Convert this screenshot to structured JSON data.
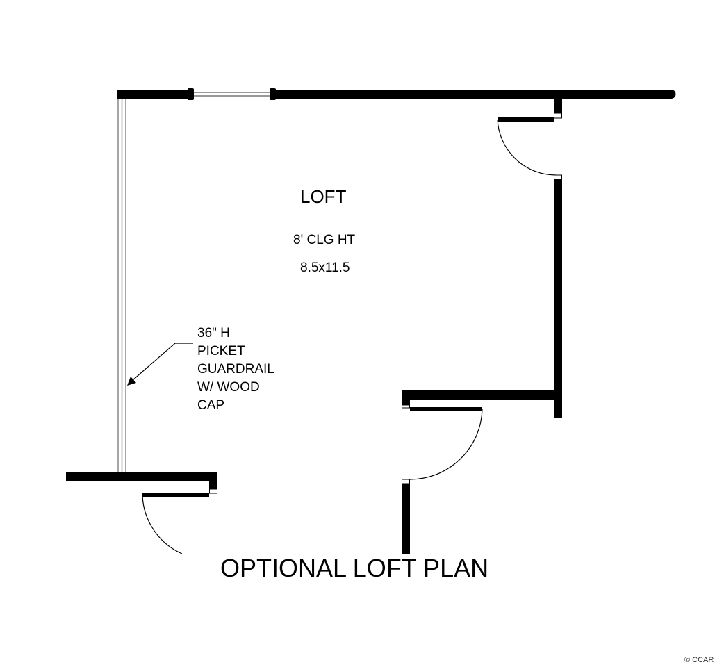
{
  "room": {
    "name": "LOFT",
    "ceiling": "8' CLG HT",
    "dimensions": "8.5x11.5"
  },
  "note": {
    "lines": [
      "36\" H",
      "PICKET",
      "GUARDRAIL",
      "W/ WOOD",
      "CAP"
    ]
  },
  "title": "OPTIONAL LOFT PLAN",
  "watermark": "© CCAR"
}
